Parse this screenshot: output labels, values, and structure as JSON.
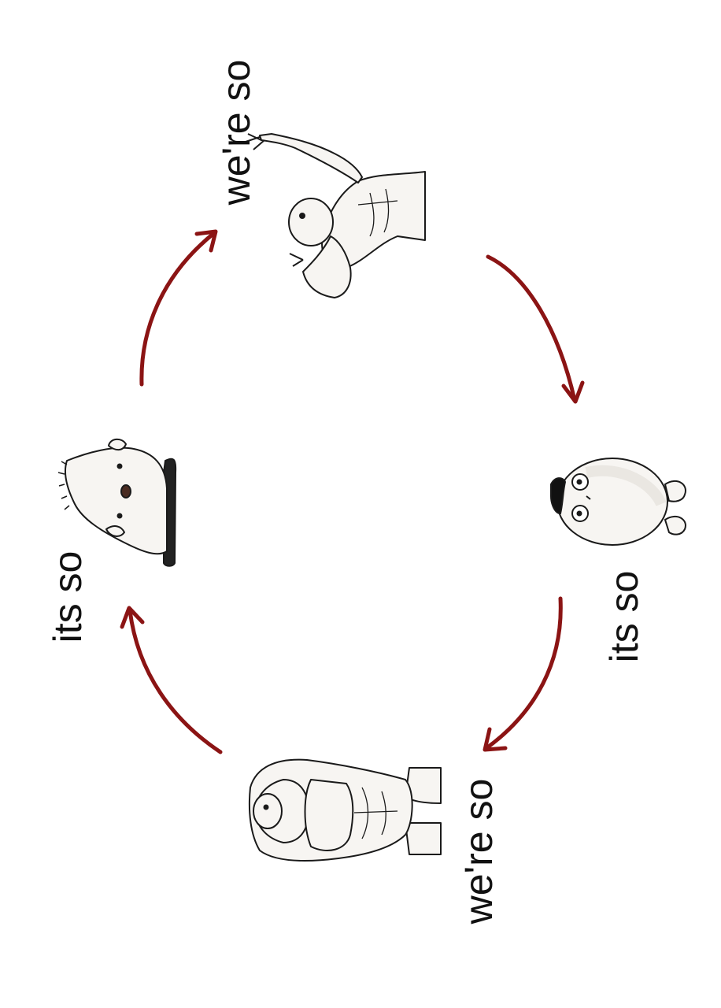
{
  "captions": {
    "top": "we're so",
    "right": "its so",
    "bottom": "we're so",
    "left": "its so"
  },
  "colors": {
    "arrow": "#8b1414",
    "outline": "#1a1a1a",
    "fill": "#f7f5f2",
    "shade": "#e4e1dc",
    "dark": "#222222",
    "background": "#ffffff"
  },
  "figures": {
    "top": "muscular-flexing-figure",
    "right": "round-blob-figure",
    "bottom": "muscular-back-figure",
    "left": "polar-bear-figure"
  }
}
